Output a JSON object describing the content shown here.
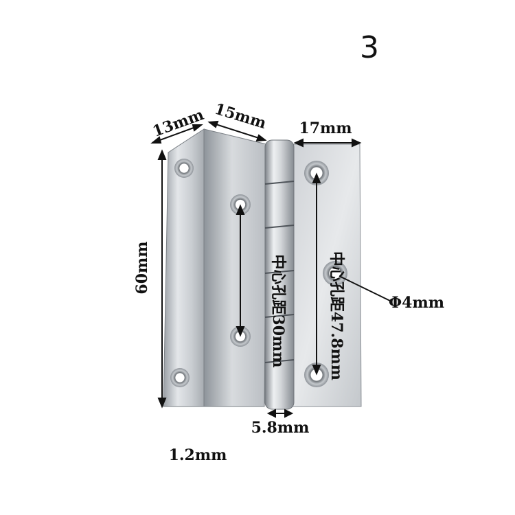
{
  "corner_number": "3",
  "dimensions": {
    "leaf_a_width": "13mm",
    "leaf_b_width": "15mm",
    "leaf_c_width": "17mm",
    "height": "60mm",
    "hole_diameter": "Φ4mm",
    "knuckle_diameter": "5.8mm",
    "thickness": "1.2mm"
  },
  "hole_spacing": {
    "left_leaf": "中心孔距30mm",
    "right_leaf": "中心孔距47.8mm"
  }
}
